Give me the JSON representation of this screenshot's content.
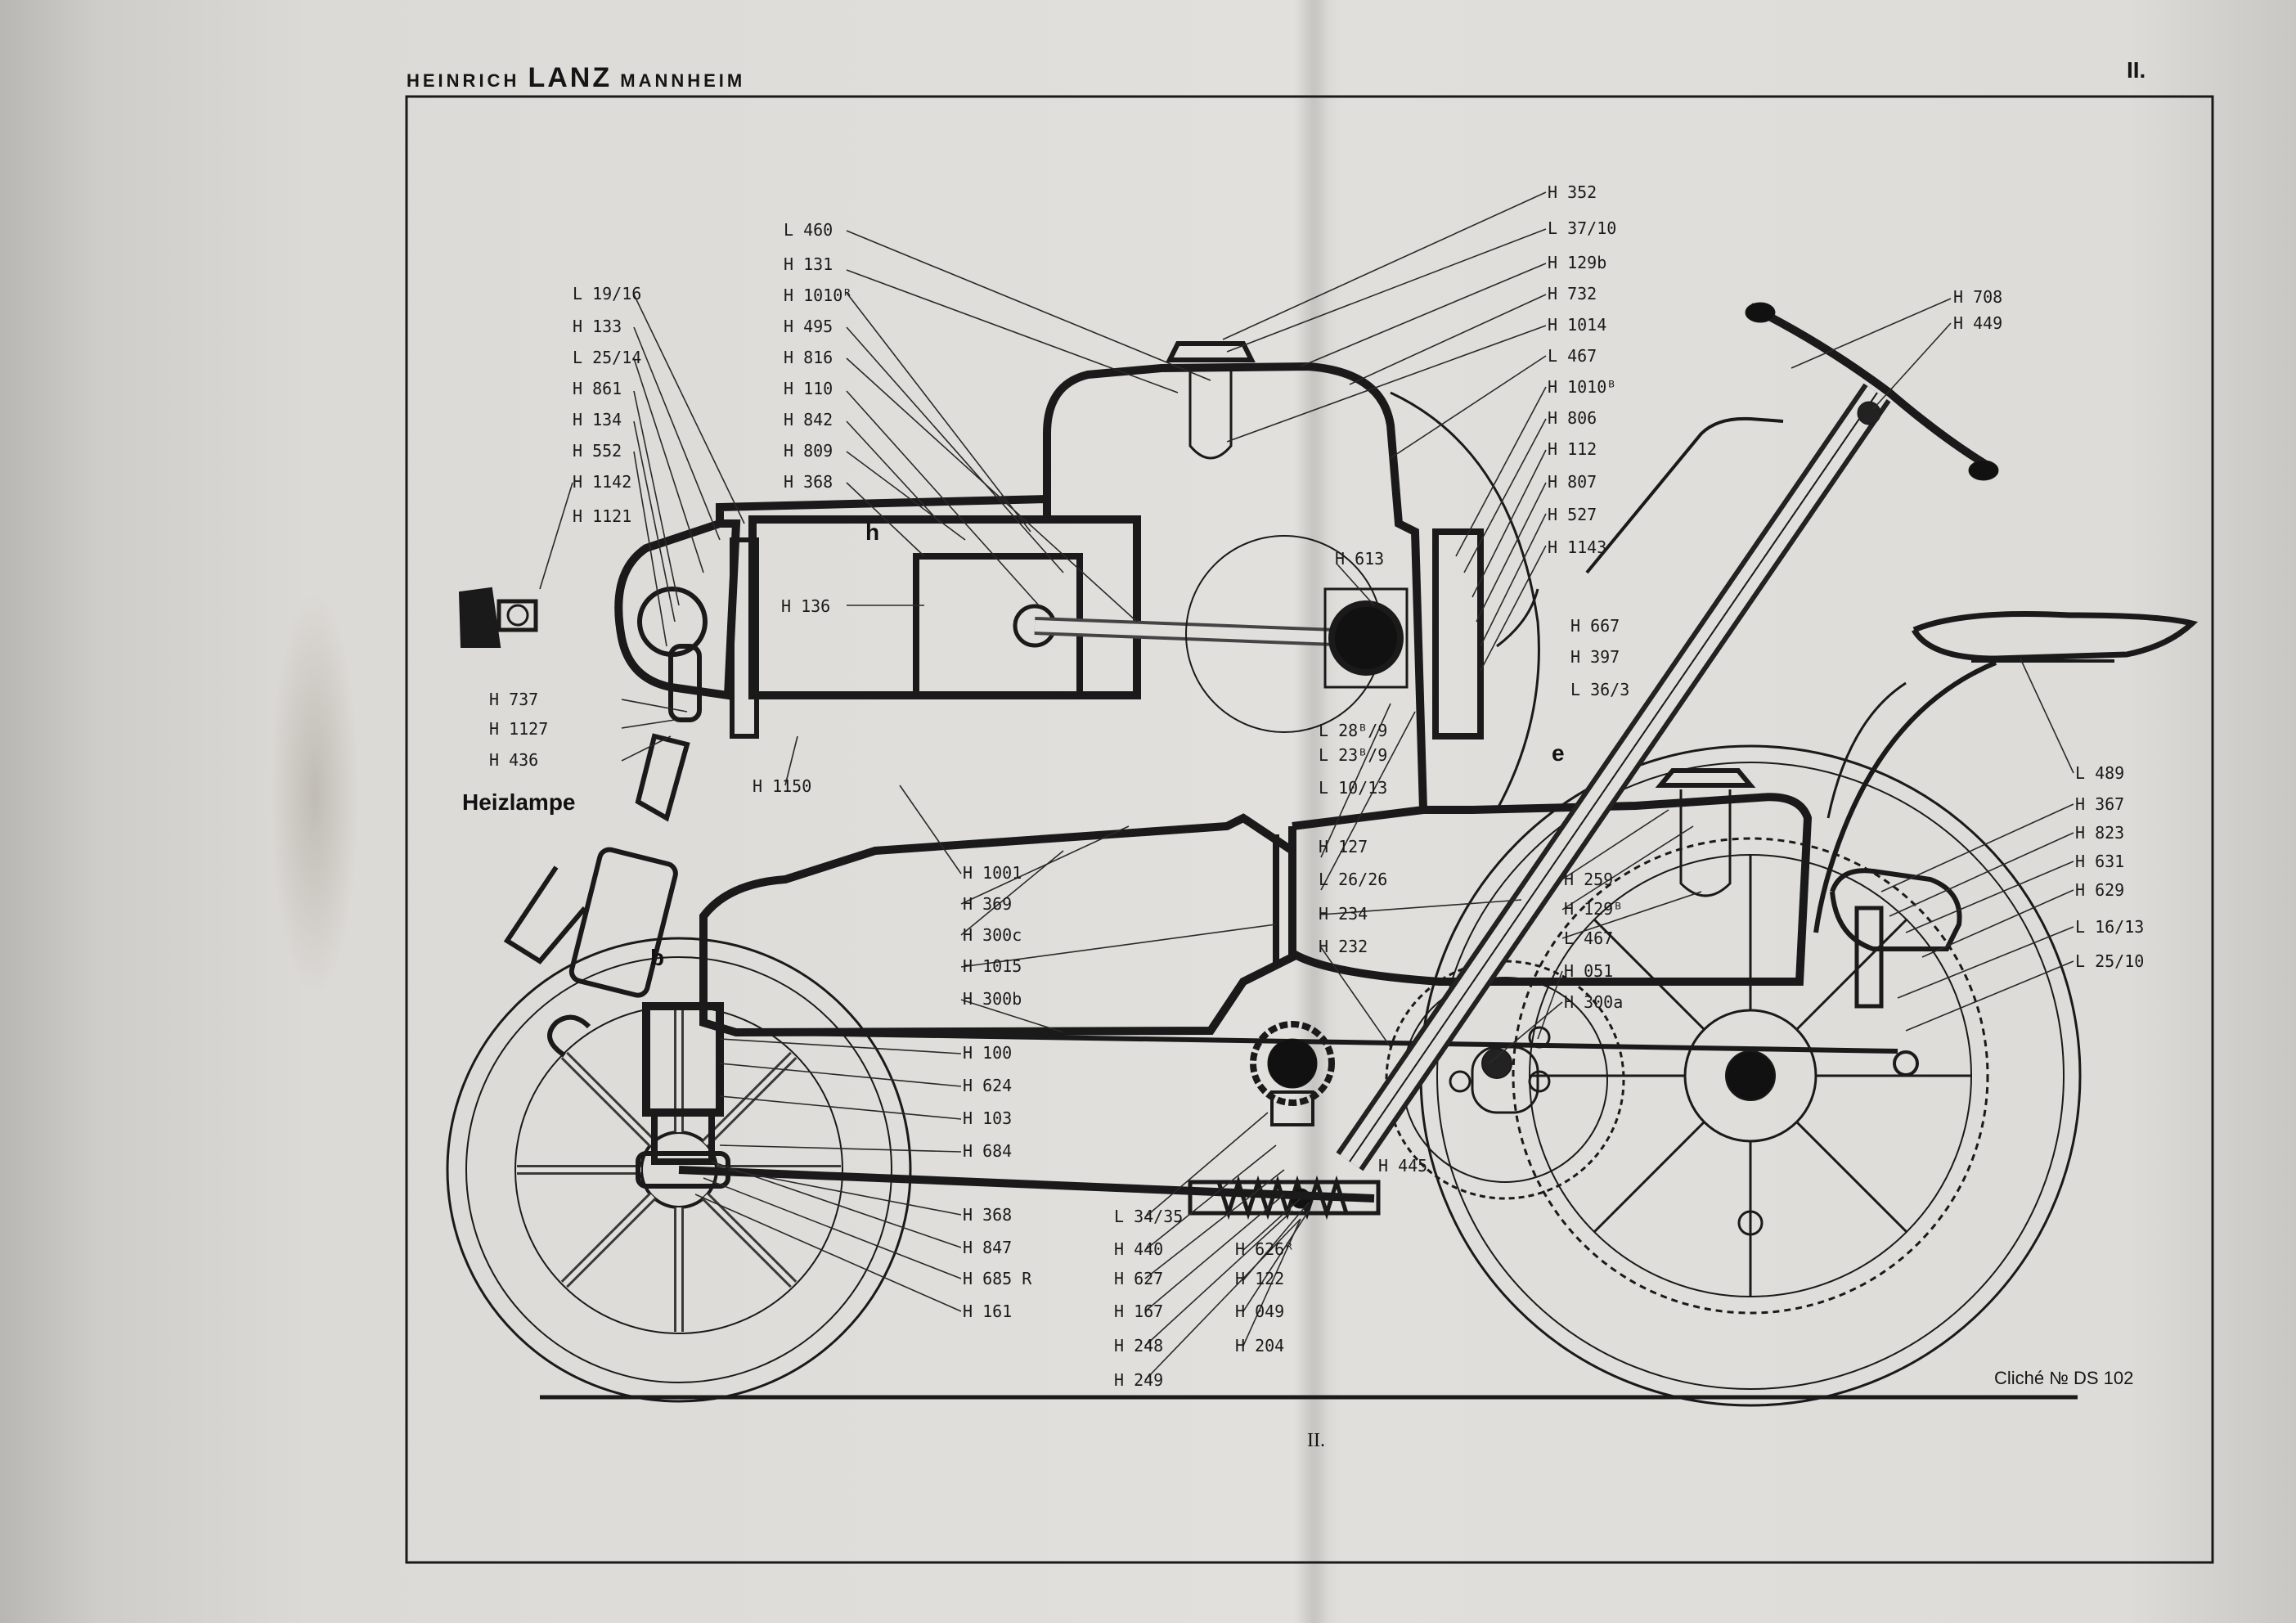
{
  "header": {
    "left_prefix": "HEINRICH",
    "left_brand": "LANZ",
    "left_suffix": "MANNHEIM",
    "page_number": "II."
  },
  "cliche": "Cliché № DS 102",
  "centre_mark": "II.",
  "heizlampe": "Heizlampe",
  "letters": {
    "b": "b",
    "e": "e",
    "h": "h"
  },
  "labels": {
    "top_center": [
      "L 460",
      "H 131",
      "H 1010ᴿ",
      "H 495",
      "H 816",
      "H 110",
      "H 842",
      "H 809",
      "H 368"
    ],
    "top_left": [
      "L 19/16",
      "H 133",
      "L 25/14",
      "H 861",
      "H 134",
      "H 552",
      "H 1142",
      "H 1121"
    ],
    "top_right": [
      "H 352",
      "L 37/10",
      "H 129b",
      "H 732",
      "H 1014",
      "L 467",
      "H 1010ᴮ",
      "H 806",
      "H 112",
      "H 807",
      "H 527",
      "H 1143"
    ],
    "steering": [
      "H 708",
      "H 449"
    ],
    "seat_side": [
      "L 489",
      "H 367",
      "H 823",
      "H 631",
      "H 629",
      "L 16/13",
      "L 25/10"
    ],
    "mid_left": [
      "H 737",
      "H 1127",
      "H 436",
      "H 1150"
    ],
    "cylinder": "H 136",
    "crank": "H 613",
    "mid_right": [
      "H 667",
      "H 397",
      "L 36/3"
    ],
    "crank_lower": [
      "L 28ᴮ/9",
      "L 23ᴮ/9",
      "L 10/13"
    ],
    "lower_center": [
      "H 1001",
      "H 369",
      "H 300c",
      "H 1015",
      "H 300b",
      "H 100",
      "H 624",
      "H 103",
      "H 684",
      "H 368",
      "H 847",
      "H 685 R",
      "H 161"
    ],
    "lower_mid": [
      "H 127",
      "L 26/26",
      "H 234",
      "H 232"
    ],
    "gear_side": [
      "H 259",
      "H 129ᴮ",
      "L 467",
      "H 051",
      "H 300a"
    ],
    "spring_left": [
      "L 34/35",
      "H 440",
      "H 627",
      "H 167",
      "H 248",
      "H 249"
    ],
    "spring_right": [
      "H 626ᴿ",
      "H 122",
      "H 049",
      "H 204"
    ],
    "spring_top": "H 445"
  }
}
